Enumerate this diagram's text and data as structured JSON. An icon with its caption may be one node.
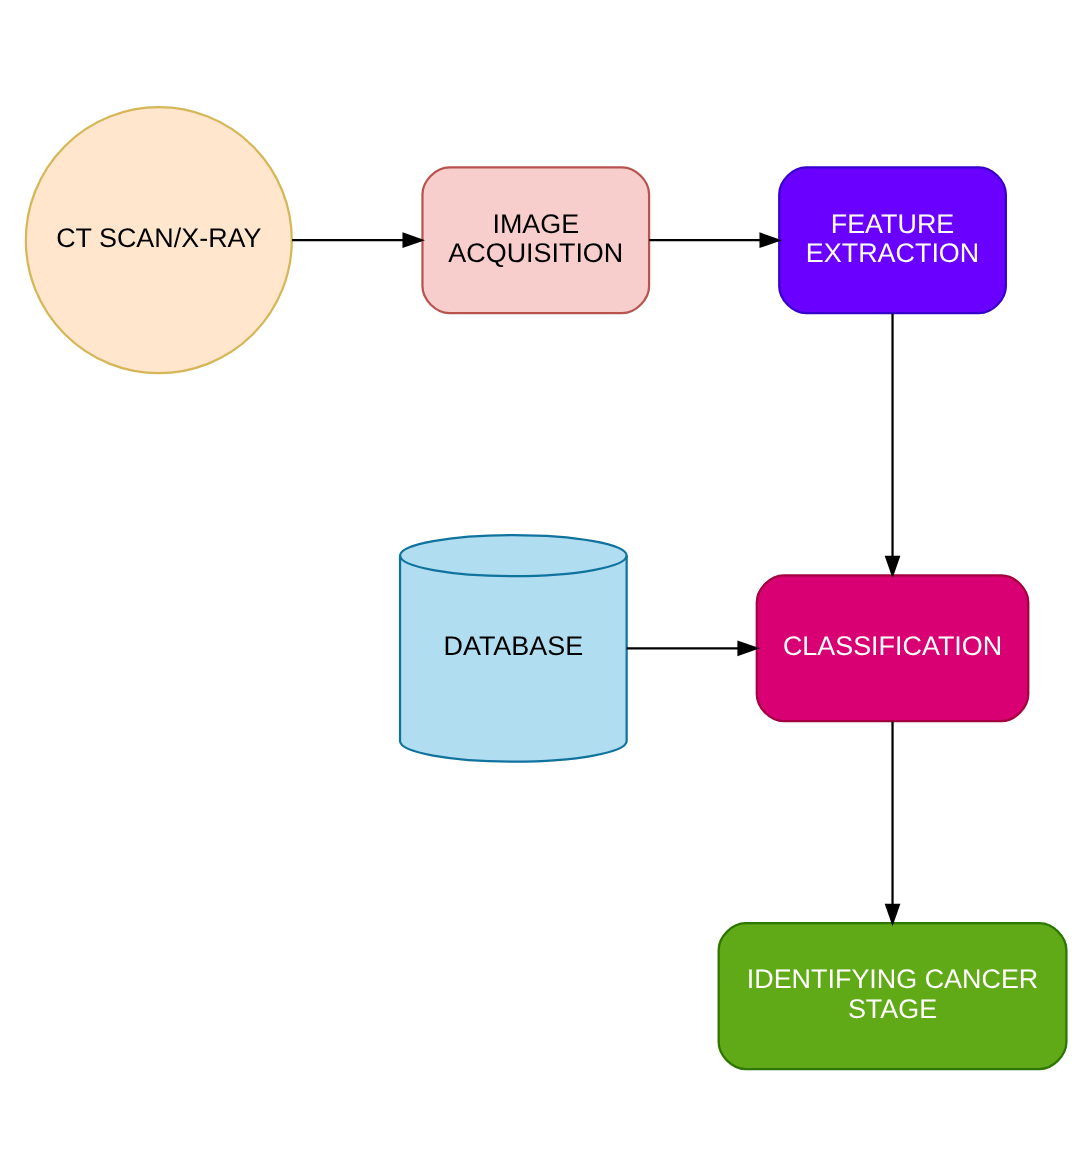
{
  "diagram": {
    "nodes": [
      {
        "text": [
          "CT SCAN/X-RAY"
        ]
      },
      {
        "text": [
          "IMAGE ACQUISITION"
        ]
      },
      {
        "text": [
          "FEATURE EXTRACTION"
        ]
      },
      {
        "text": [
          "DATABASE"
        ]
      },
      {
        "text": [
          "CLASSIFICATION"
        ]
      },
      {
        "text": [
          "IDENTIFYING CANCER STAGE"
        ]
      }
    ],
    "edges": [
      {
        "from": 0,
        "to": 1,
        "arrow": "to"
      },
      {
        "from": 1,
        "to": 2,
        "arrow": "to"
      },
      {
        "from": 2,
        "to": 4,
        "arrow": "to"
      },
      {
        "from": 3,
        "to": 4,
        "arrow": "to"
      },
      {
        "from": 4,
        "to": 5,
        "arrow": "to"
      }
    ]
  }
}
